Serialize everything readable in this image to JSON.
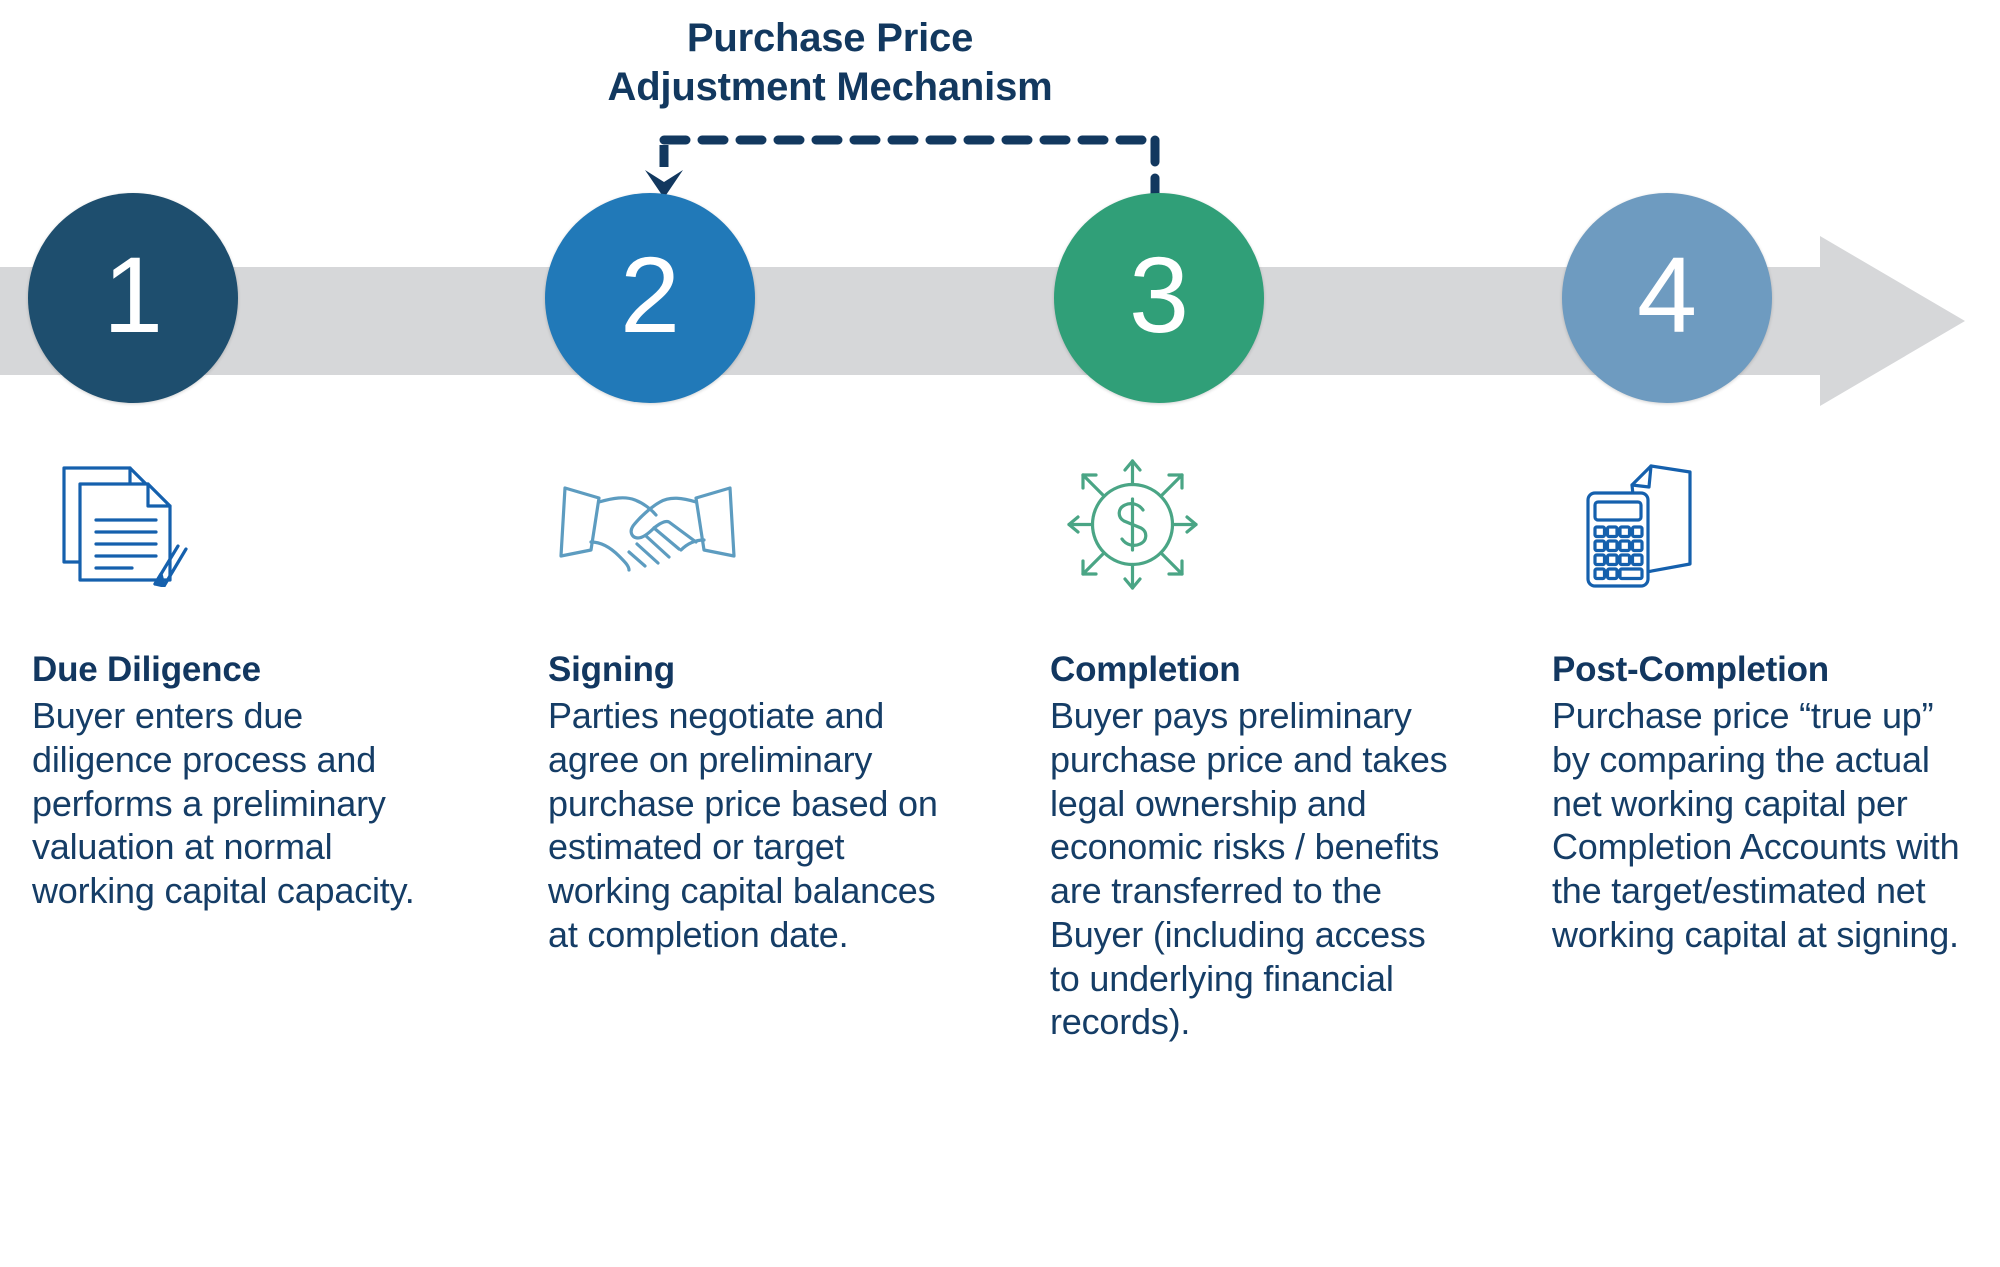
{
  "title": {
    "line1": "Purchase Price",
    "line2": "Adjustment Mechanism"
  },
  "colors": {
    "title": "#12385f",
    "body_text": "#153d66",
    "timeline_band": "#d6d7d9",
    "connector": "#12385f",
    "step1": "#1e4e6e",
    "step2": "#2179b8",
    "step3": "#309f78",
    "step4": "#6e9bc0",
    "icon_blue": "#1560ad",
    "icon_lightblue": "#5d9cc0",
    "icon_green": "#4aa585"
  },
  "connector": {
    "label": "Purchase Price Adjustment Mechanism",
    "from_step": "3",
    "to_step": "2",
    "style": "dashed",
    "arrowhead": "down"
  },
  "steps": [
    {
      "number": "1",
      "heading": "Due Diligence",
      "body": "Buyer enters due diligence process and performs a preliminary valuation at normal working capital capacity.",
      "icon": "document-pen-icon",
      "circle_color": "#1e4e6e"
    },
    {
      "number": "2",
      "heading": "Signing",
      "body": "Parties negotiate and agree on preliminary purchase price based on estimated or target working capital balances at completion date.",
      "icon": "handshake-icon",
      "circle_color": "#2179b8"
    },
    {
      "number": "3",
      "heading": "Completion",
      "body": "Buyer pays preliminary purchase price and takes legal ownership and economic risks / benefits are transferred to the Buyer (including access to underlying financial records).",
      "icon": "dollar-expand-icon",
      "circle_color": "#309f78"
    },
    {
      "number": "4",
      "heading": "Post-Completion",
      "body": "Purchase price “true up” by comparing the actual net working capital per Completion Accounts with the target/estimated net working capital at signing.",
      "icon": "calculator-document-icon",
      "circle_color": "#6e9bc0"
    }
  ],
  "timeline": {
    "direction": "left-to-right",
    "arrow_color": "#d6d7d9"
  }
}
